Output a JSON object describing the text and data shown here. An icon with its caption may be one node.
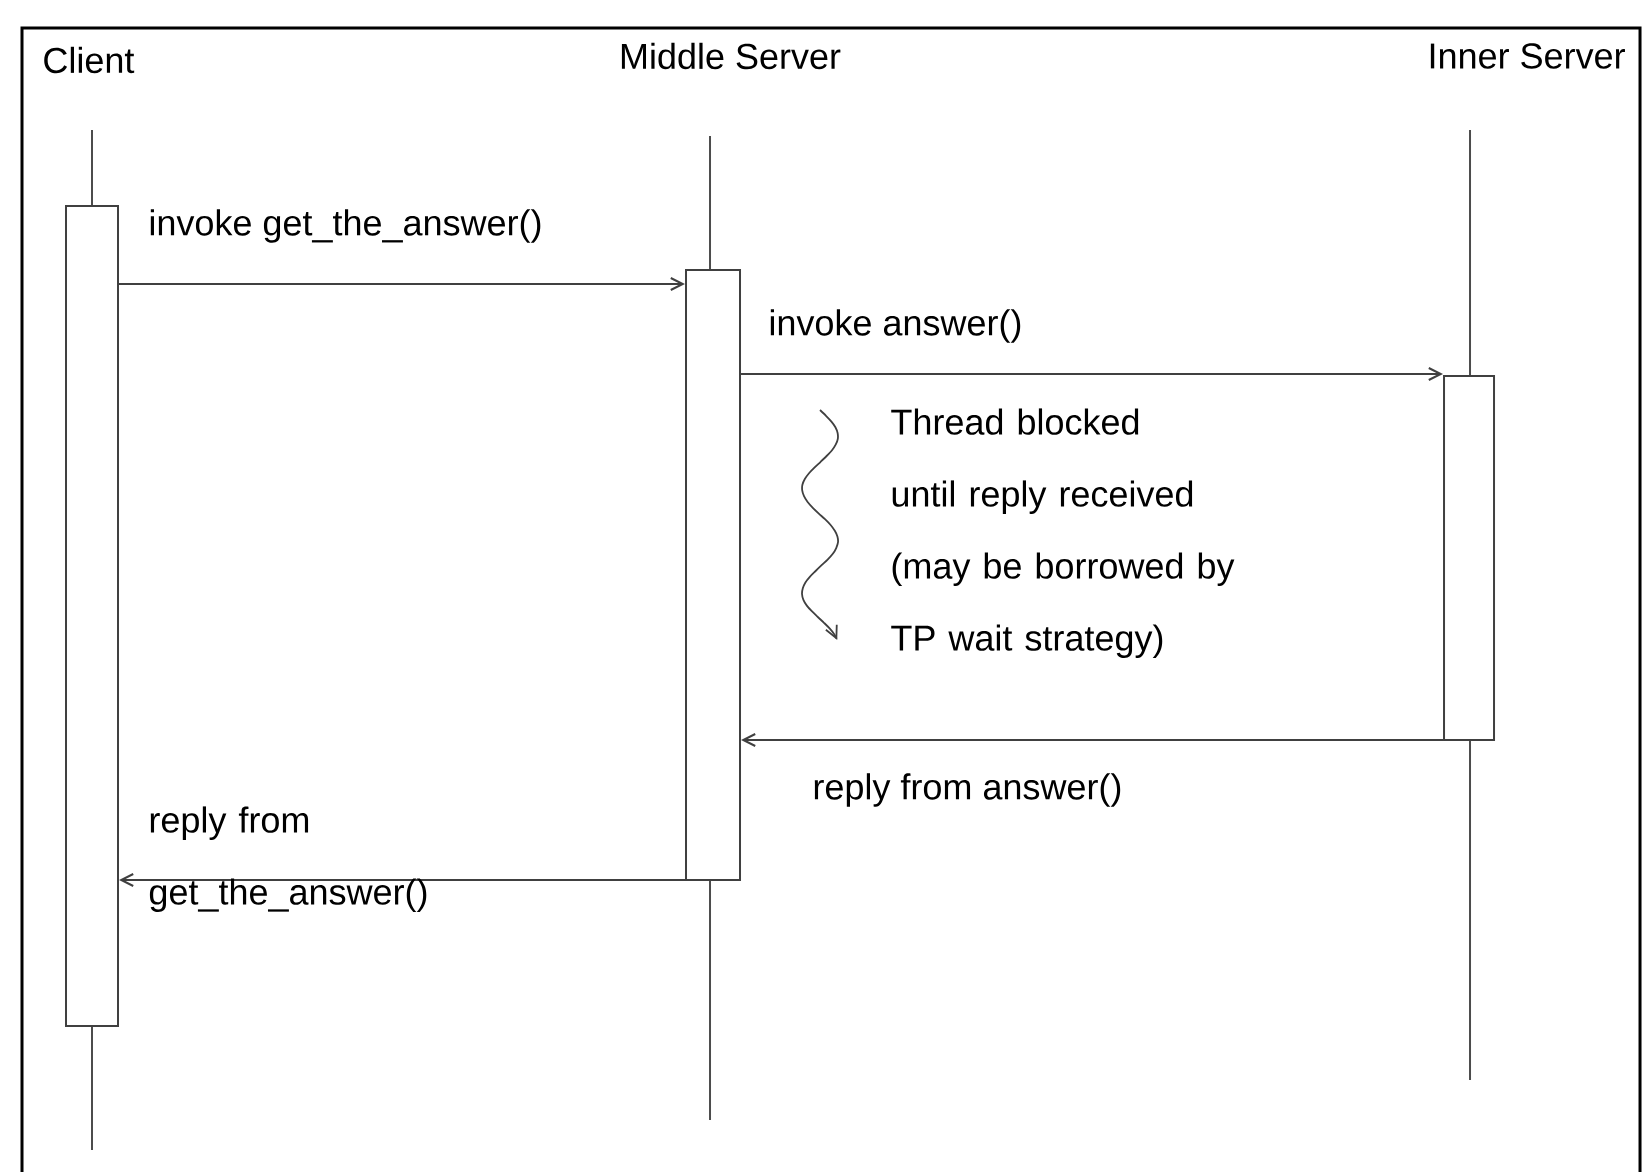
{
  "diagram": {
    "nodes": [
      {
        "text": [
          "Client"
        ]
      },
      {
        "text": [
          "Middle Server"
        ]
      },
      {
        "text": [
          "Inner Server"
        ]
      },
      {
        "text": [],
        "shape": "bar"
      },
      {
        "text": [],
        "shape": "bar"
      },
      {
        "text": [],
        "shape": "bar"
      }
    ],
    "edges": [
      {
        "from": 3,
        "to": 4,
        "arrow": "to",
        "label": "invoke get_the_answer()"
      },
      {
        "from": 4,
        "to": 5,
        "arrow": "to",
        "label": "invoke answer()"
      },
      {
        "from": 5,
        "to": 4,
        "arrow": "to",
        "label": "reply from answer()"
      },
      {
        "from": 4,
        "to": 3,
        "arrow": "to",
        "label": "reply from get_the_answer()"
      }
    ],
    "labels": [
      "Thread blocked until reply received (may be borrowed by TP wait strategy)"
    ]
  }
}
